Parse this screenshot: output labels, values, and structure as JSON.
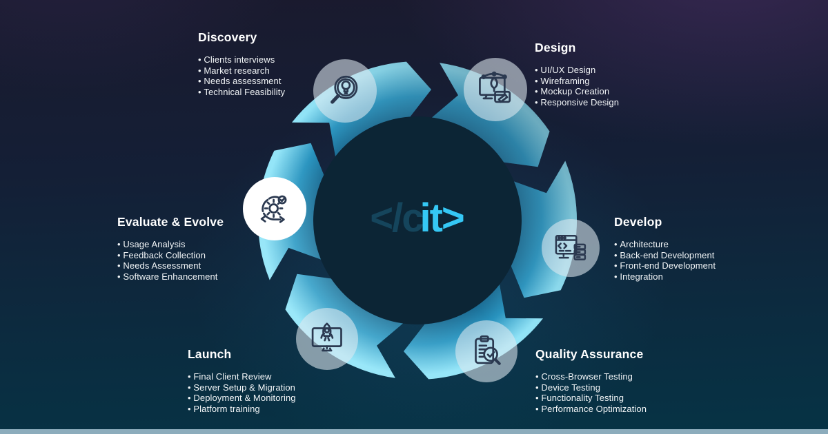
{
  "logo": {
    "dark_text": "</c",
    "bright_text": "it>"
  },
  "colors": {
    "accent_cyan": "#35c8f5",
    "logo_dim": "#15455c",
    "ring_inner": "#0a4d74",
    "ring_mid": "#1e8cba",
    "ring_outer": "#8fe3f7",
    "ring_glow": "#aeeffc",
    "inner_disk": "#0c2535",
    "badge_bg": "rgba(223,233,239,0.58)",
    "badge_solid": "#ffffff",
    "icon_stroke": "#2b3950",
    "title_color": "#ffffff",
    "item_color": "#f2f5f7",
    "bottom_bar": "#8cacbc"
  },
  "stages": [
    {
      "title": "Discovery",
      "icon": "magnifier-lightbulb-icon",
      "items": [
        "Clients interviews",
        "Market research",
        "Needs assessment",
        "Technical Feasibility"
      ]
    },
    {
      "title": "Design",
      "icon": "monitor-pen-tool-icon",
      "items": [
        "UI/UX Design",
        "Wireframing",
        "Mockup Creation",
        "Responsive Design"
      ]
    },
    {
      "title": "Develop",
      "icon": "code-window-server-icon",
      "items": [
        "Architecture",
        "Back-end Development",
        "Front-end Development",
        "Integration"
      ]
    },
    {
      "title": "Quality Assurance",
      "icon": "clipboard-check-magnifier-icon",
      "items": [
        "Cross-Browser Testing",
        "Device Testing",
        "Functionality Testing",
        "Performance Optimization"
      ]
    },
    {
      "title": "Launch",
      "icon": "monitor-rocket-icon",
      "items": [
        "Final Client Review",
        "Server Setup & Migration",
        "Deployment & Monitoring",
        "Platform training"
      ]
    },
    {
      "title": "Evaluate & Evolve",
      "icon": "agile-cycle-gear-icon",
      "items": [
        "Usage Analysis",
        "Feedback Collection",
        "Needs Assessment",
        "Software Enhancement"
      ]
    }
  ]
}
